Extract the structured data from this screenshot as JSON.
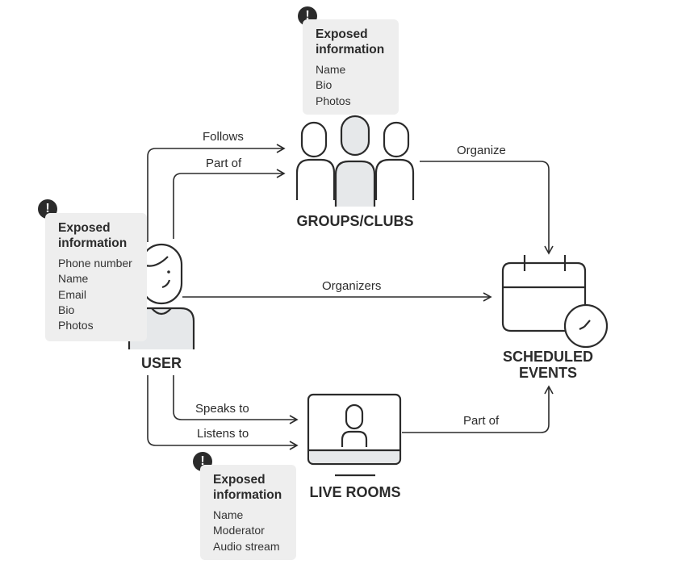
{
  "nodes": {
    "user": "USER",
    "groups": "GROUPS/CLUBS",
    "events": "SCHEDULED\nEVENTS",
    "rooms": "LIVE ROOMS"
  },
  "edges": {
    "follows": "Follows",
    "part_of_groups": "Part of",
    "organize": "Organize",
    "organizers": "Organizers",
    "speaks_to": "Speaks to",
    "listens_to": "Listens to",
    "part_of_events": "Part of"
  },
  "warning_glyph": "!",
  "exposed": {
    "groups": {
      "title": "Exposed information",
      "items": [
        "Name",
        "Bio",
        "Photos"
      ]
    },
    "user": {
      "title": "Exposed information",
      "items": [
        "Phone number",
        "Name",
        "Email",
        "Bio",
        "Photos"
      ]
    },
    "rooms": {
      "title": "Exposed information",
      "items": [
        "Name",
        "Moderator",
        "Audio stream"
      ]
    }
  },
  "colors": {
    "stroke": "#2b2b2b",
    "fill": "#e6e8ea",
    "box": "#eeeeee"
  }
}
